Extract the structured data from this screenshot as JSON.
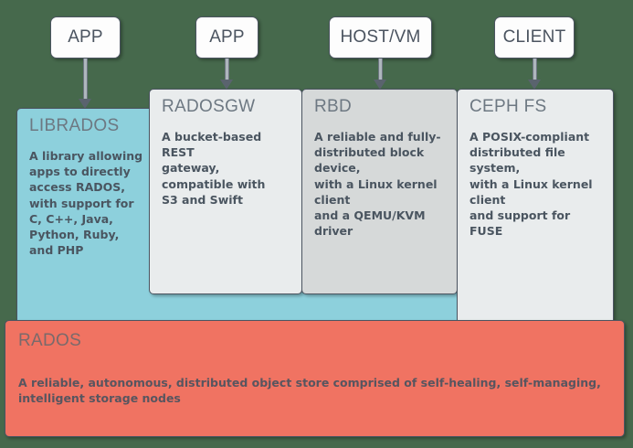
{
  "diagram": {
    "background_color": "#46694c",
    "clients": [
      {
        "id": "app-librados",
        "label": "APP"
      },
      {
        "id": "app-radosgw",
        "label": "APP"
      },
      {
        "id": "host-vm-rbd",
        "label": "HOST/VM"
      },
      {
        "id": "client-cephfs",
        "label": "CLIENT"
      }
    ],
    "layers": [
      {
        "id": "librados",
        "title": "LIBRADOS",
        "description": "A library allowing\napps to directly\naccess RADOS,\nwith support for\nC, C++, Java,\nPython, Ruby,\nand PHP",
        "color": "#8dd0dc"
      },
      {
        "id": "radosgw",
        "title": "RADOSGW",
        "description": "A bucket-based REST\ngateway, compatible with\nS3 and Swift",
        "color": "#e9eced"
      },
      {
        "id": "rbd",
        "title": "RBD",
        "description": "A reliable and fully-\ndistributed block device,\nwith a Linux kernel client\nand a QEMU/KVM driver",
        "color": "#d6d9d9"
      },
      {
        "id": "cephfs",
        "title": "CEPH FS",
        "description": "A POSIX-compliant\ndistributed file system,\nwith a Linux kernel client\nand support for FUSE",
        "color": "#e9eced"
      },
      {
        "id": "rados",
        "title": "RADOS",
        "description": "A reliable, autonomous, distributed object store comprised of self-healing, self-managing, intelligent storage nodes",
        "color": "#f07362"
      }
    ],
    "connectors": [
      {
        "id": "arrow-app-to-librados",
        "from": "APP",
        "to": "LIBRADOS"
      },
      {
        "id": "arrow-app-to-radosgw",
        "from": "APP",
        "to": "RADOSGW"
      },
      {
        "id": "arrow-hostvm-to-rbd",
        "from": "HOST/VM",
        "to": "RBD"
      },
      {
        "id": "arrow-client-to-cephfs",
        "from": "CLIENT",
        "to": "CEPH FS"
      }
    ]
  }
}
